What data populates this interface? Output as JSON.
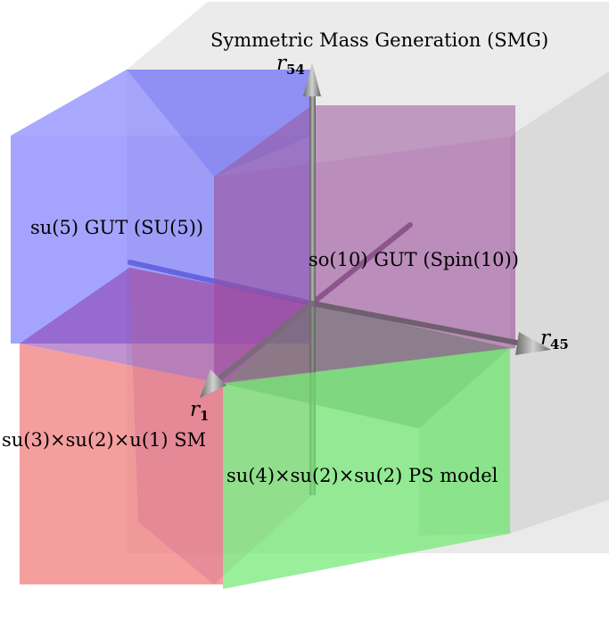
{
  "regions": {
    "smg": {
      "label": "Symmetric Mass Generation (SMG)",
      "color": "#d6d6d6"
    },
    "su5": {
      "label": "su(5) GUT (SU(5))",
      "color": "#7b7bff"
    },
    "so10": {
      "label": "so(10) GUT (Spin(10))",
      "color": "#a35fa3"
    },
    "sm": {
      "label": "su(3)×su(2)×u(1) SM",
      "color": "#f07a7a"
    },
    "ps": {
      "label": "su(4)×su(2)×su(2) PS model",
      "color": "#6fe66f"
    }
  },
  "axes": {
    "r54": {
      "symbol": "r",
      "sub": "54"
    },
    "r45": {
      "symbol": "r",
      "sub": "45"
    },
    "r1": {
      "symbol": "r",
      "sub": "1"
    }
  }
}
